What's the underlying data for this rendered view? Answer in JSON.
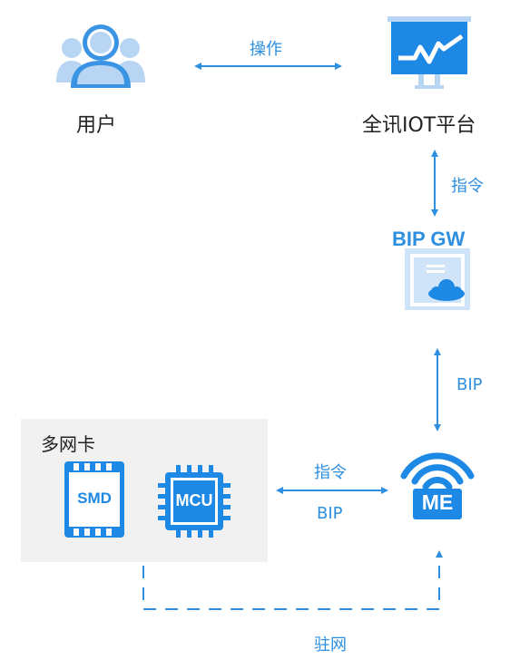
{
  "nodes": {
    "user": {
      "label": "用户",
      "icon": "user-group-icon"
    },
    "platform": {
      "label": "全讯IOT平台",
      "icon": "monitor-chart-icon"
    },
    "gateway": {
      "label": "BIP GW",
      "icon": "document-cloud-icon"
    },
    "me": {
      "label": "ME",
      "icon": "wifi-signal-icon"
    },
    "card": {
      "title": "多网卡",
      "smd": "SMD",
      "mcu": "MCU"
    }
  },
  "edges": {
    "user_platform": "操作",
    "platform_gateway": "指令",
    "gateway_me": "BIP",
    "card_me_top": "指令",
    "card_me_bottom": "BIP",
    "dashed": "驻网"
  },
  "colors": {
    "primary": "#2e8fe0",
    "light": "#c5dff6",
    "box": "#f1f1f1"
  }
}
